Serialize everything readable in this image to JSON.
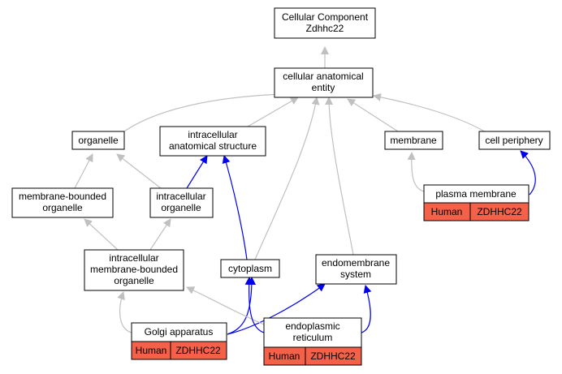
{
  "title": "Cellular Component\nZdhhc22",
  "nodes": {
    "root": "Cellular Component\nZdhhc22",
    "cae": "cellular anatomical\nentity",
    "organelle": "organelle",
    "ias": "intracellular\nanatomical structure",
    "membrane": "membrane",
    "periphery": "cell periphery",
    "mbo": "membrane-bounded\norganelle",
    "io": "intracellular\norganelle",
    "pm": "plasma membrane",
    "imbo": "intracellular\nmembrane-bounded\norganelle",
    "cyto": "cytoplasm",
    "endo": "endomembrane\nsystem",
    "golgi": "Golgi apparatus",
    "er": "endoplasmic\nreticulum"
  },
  "annotations": {
    "pm": [
      "Human",
      "ZDHHC22"
    ],
    "golgi": [
      "Human",
      "ZDHHC22"
    ],
    "er": [
      "Human",
      "ZDHHC22"
    ]
  },
  "colors": {
    "is_a_edge": "#c0c0c0",
    "part_of_edge": "#0000ee",
    "annotation_fill": "#f56049",
    "node_border": "#000000",
    "node_fill": "#ffffff"
  }
}
